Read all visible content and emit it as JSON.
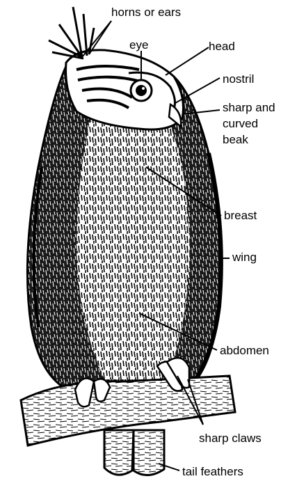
{
  "labels": {
    "horns": "horns or ears",
    "eye": "eye",
    "head": "head",
    "nostril": "nostril",
    "beak_line1": "sharp and",
    "beak_line2": "curved",
    "beak_line3": "beak",
    "breast": "breast",
    "wing": "wing",
    "abdomen": "abdomen",
    "claws": "sharp claws",
    "tail": "tail feathers"
  },
  "colors": {
    "ink": "#000000",
    "paper": "#ffffff",
    "shade": "#2a2a2a"
  }
}
